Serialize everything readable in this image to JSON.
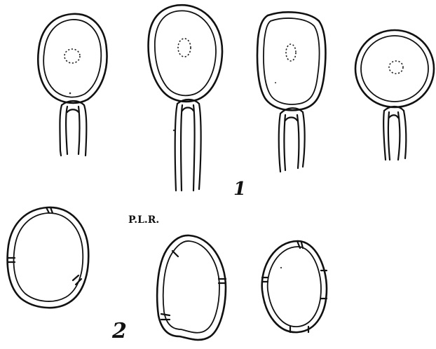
{
  "plate": {
    "figure_1_label": "1",
    "figure_2_label": "2",
    "initials": "P.L.R."
  },
  "colors": {
    "ink": "#111111",
    "paper": "#ffffff"
  }
}
